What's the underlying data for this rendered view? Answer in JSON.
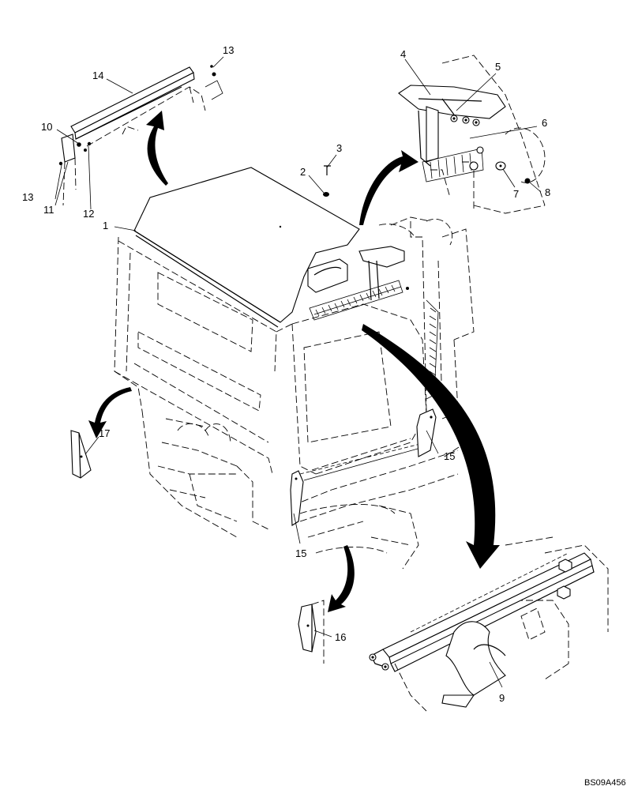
{
  "figure_code": "BS09A456",
  "callouts": {
    "c1": "1",
    "c2": "2",
    "c3": "3",
    "c4": "4",
    "c5": "5",
    "c6": "6",
    "c7": "7",
    "c8": "8",
    "c9": "9",
    "c10": "10",
    "c11": "11",
    "c12": "12",
    "c13a": "13",
    "c13b": "13",
    "c14": "14",
    "c15a": "15",
    "c15b": "15",
    "c16": "16",
    "c17": "17"
  }
}
